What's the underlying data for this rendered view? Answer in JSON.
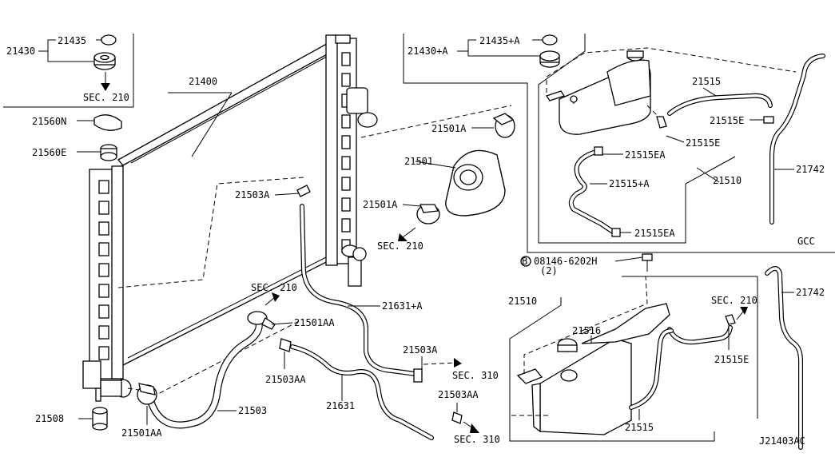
{
  "diagram_code": "J21403AC",
  "variant_label": "GCC",
  "labels": {
    "p21435": "21435",
    "p21430": "21430",
    "sec210_cap": "SEC. 210",
    "p21400": "21400",
    "p21560N": "21560N",
    "p21560E": "21560E",
    "p21503A_top": "21503A",
    "p21501A_top": "21501A",
    "p21501": "21501",
    "p21501A_bot": "21501A",
    "sec210_mid": "SEC. 210",
    "p21435A": "21435+A",
    "p21430A": "21430+A",
    "p21515": "21515",
    "p21515E_top": "21515E",
    "p21515E_mid": "21515E",
    "p21515EA_top": "21515EA",
    "p21515A": "21515+A",
    "p21515EA_bot": "21515EA",
    "p21510_top": "21510",
    "p21742_top": "21742",
    "bolt_code": "08146-6202H",
    "bolt_qty": "(2)",
    "bolt_ref": "B",
    "sec210_lower": "SEC. 210",
    "p21501AA_top": "21501AA",
    "p21631A": "21631+A",
    "p21503AA_top": "21503AA",
    "p21503A_bot": "21503A",
    "sec310_top": "SEC. 310",
    "p21631": "21631",
    "p21503AA_bot": "21503AA",
    "sec310_bot": "SEC. 310",
    "p21503": "21503",
    "p21508": "21508",
    "p21501AA_bot": "21501AA",
    "p21510_bot": "21510",
    "p21516": "21516",
    "p21515_bot": "21515",
    "sec210_right": "SEC. 210",
    "p21515E_bot": "21515E",
    "p21742_bot": "21742"
  }
}
